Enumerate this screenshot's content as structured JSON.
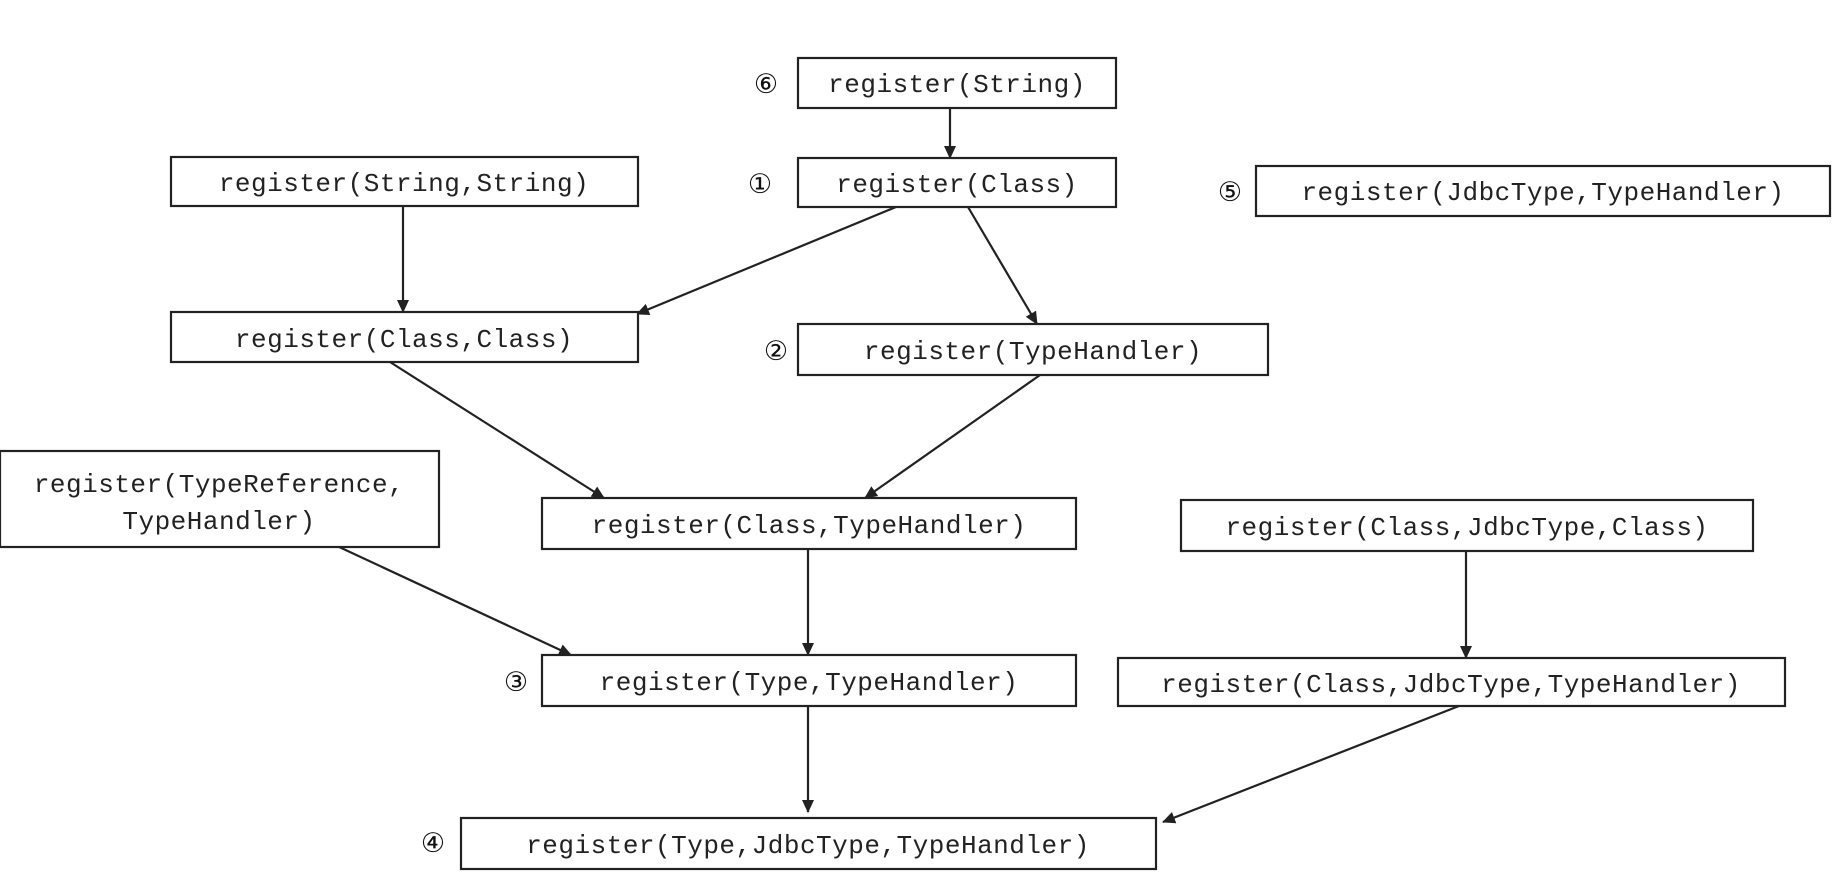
{
  "nodes": {
    "register_string": {
      "label": "register(String)",
      "badge": "⑥"
    },
    "register_class": {
      "label": "register(Class)",
      "badge": "①"
    },
    "register_string_string": {
      "label": "register(String,String)"
    },
    "register_jdbctype_typehandler": {
      "label": "register(JdbcType,TypeHandler)",
      "badge": "⑤"
    },
    "register_class_class": {
      "label": "register(Class,Class)"
    },
    "register_typehandler": {
      "label": "register(TypeHandler)",
      "badge": "②"
    },
    "register_typereference_typehandler": {
      "line1": "register(TypeReference,",
      "line2": "TypeHandler)"
    },
    "register_class_typehandler": {
      "label": "register(Class,TypeHandler)"
    },
    "register_class_jdbctype_class": {
      "label": "register(Class,JdbcType,Class)"
    },
    "register_type_typehandler": {
      "label": "register(Type,TypeHandler)",
      "badge": "③"
    },
    "register_class_jdbctype_typehandler": {
      "label": "register(Class,JdbcType,TypeHandler)"
    },
    "register_type_jdbctype_typehandler": {
      "label": "register(Type,JdbcType,TypeHandler)",
      "badge": "④"
    }
  }
}
